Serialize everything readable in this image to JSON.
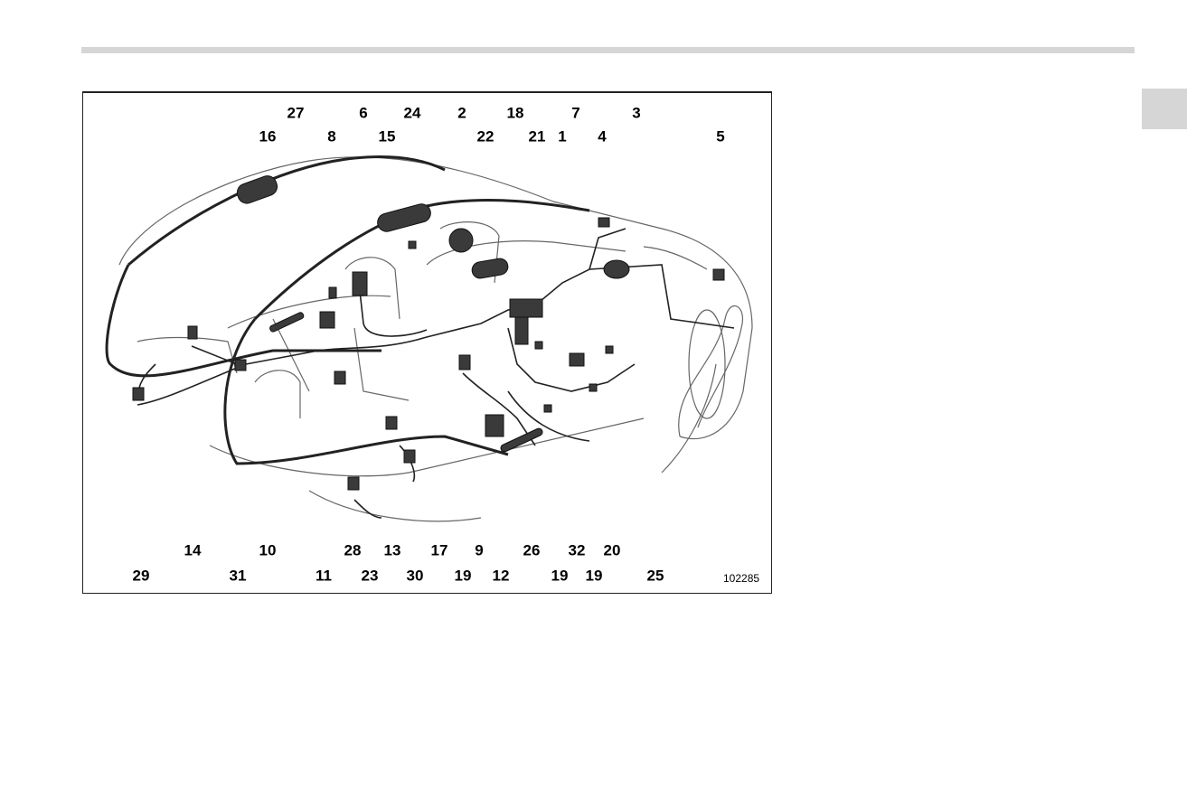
{
  "figure": {
    "id": "102285",
    "callouts": [
      "27",
      "6",
      "24",
      "2",
      "18",
      "7",
      "3",
      "16",
      "8",
      "15",
      "22",
      "21",
      "1",
      "4",
      "5",
      "29",
      "14",
      "31",
      "10",
      "11",
      "23",
      "28",
      "13",
      "30",
      "17",
      "19",
      "9",
      "12",
      "26",
      "19",
      "32",
      "19",
      "20",
      "25",
      "19"
    ]
  },
  "colors": {
    "line": "#222222",
    "module": "#3a3a3a",
    "header_rule": "#d6d6d6",
    "tab": "#d6d6d6"
  }
}
